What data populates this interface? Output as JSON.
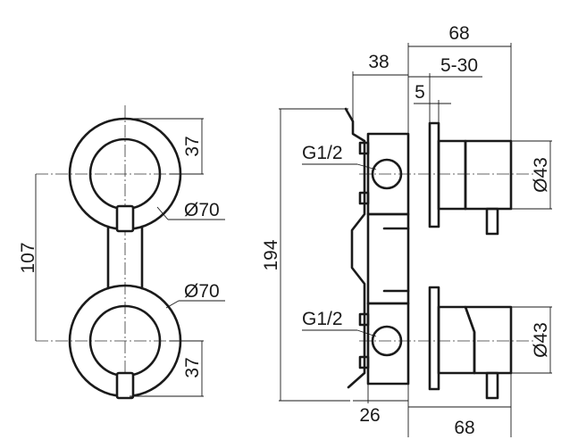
{
  "front_view": {
    "top_height_dim": "37",
    "top_diameter_dim": "Ø70",
    "spacing_dim": "107",
    "bottom_diameter_dim": "Ø70",
    "bottom_height_dim": "37"
  },
  "side_view": {
    "overall_height_dim": "194",
    "top_overall_depth_dim": "68",
    "body_depth_dim": "38",
    "adjust_range_dim": "5-30",
    "plate_thickness_dim": "5",
    "top_inlet_label": "G1/2",
    "top_handle_diameter_dim": "Ø43",
    "bottom_inlet_label": "G1/2",
    "bottom_handle_diameter_dim": "Ø43",
    "bottom_offset_dim": "26",
    "bottom_overall_depth_dim": "68"
  }
}
